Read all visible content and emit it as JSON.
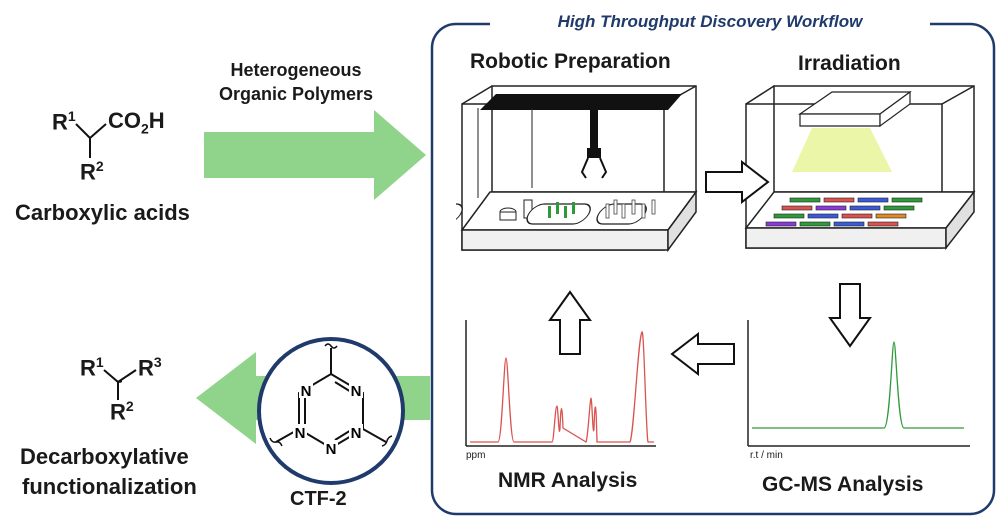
{
  "workflow": {
    "title": "High Throughput Discovery Workflow",
    "steps": {
      "robotic": "Robotic Preparation",
      "irradiation": "Irradiation",
      "nmr": "NMR Analysis",
      "gcms": "GC-MS Analysis"
    },
    "nmr_axis": "ppm",
    "gcms_axis": "r.t / min"
  },
  "reactant": {
    "r1": "R",
    "r1_sup": "1",
    "acid": "CO",
    "acid_sub": "2",
    "acid_h": "H",
    "r2": "R",
    "r2_sup": "2",
    "caption": "Carboxylic acids"
  },
  "catalyst_arrow": {
    "line1": "Heterogeneous",
    "line2": "Organic Polymers"
  },
  "product": {
    "r1": "R",
    "r1_sup": "1",
    "r3": "R",
    "r3_sup": "3",
    "r2": "R",
    "r2_sup": "2",
    "caption_line1": "Decarboxylative",
    "caption_line2": "functionalization"
  },
  "ctf": {
    "n": "N",
    "label": "CTF-2"
  },
  "colors": {
    "frame": "#1f3a6b",
    "green_arrow": "#8fd48a",
    "nmr_trace": "#d9534f",
    "gc_trace": "#2e9a3a",
    "light": "#e8f59a"
  }
}
